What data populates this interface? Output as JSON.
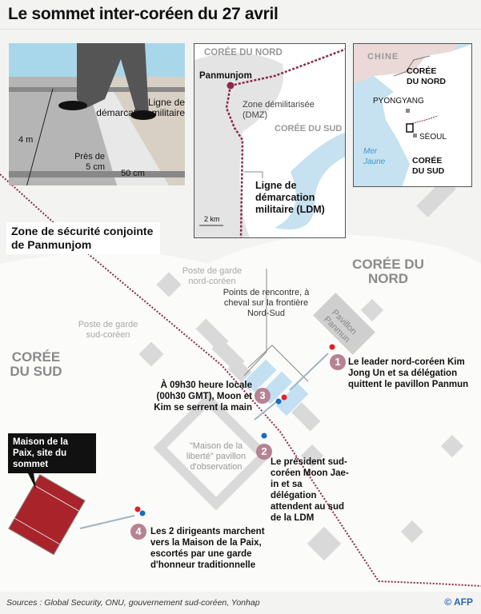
{
  "title": "Le sommet inter-coréen du 27 avril",
  "inset_walk": {
    "line_label": "Ligne de démarcation militaire",
    "width_label": "4 m",
    "height_label": "Près de 5 cm",
    "band_label": "50 cm"
  },
  "inset_dmz": {
    "north": "CORÉE DU NORD",
    "south": "CORÉE DU SUD",
    "village": "Panmunjom",
    "dmz": "Zone démilitarisée (DMZ)",
    "ldm": "Ligne de démarcation militaire (LDM)",
    "scale": "2 km"
  },
  "inset_korea": {
    "china": "CHINE",
    "north": "CORÉE DU NORD",
    "south": "CORÉE DU SUD",
    "pyongyang": "PYONGYANG",
    "seoul": "SÉOUL",
    "sea": "Mer Jaune"
  },
  "zone_title": "Zone de sécurité conjointe de Panmunjom",
  "map": {
    "north": "CORÉE DU NORD",
    "south": "CORÉE DU SUD",
    "guard_north": "Poste de garde nord-coréen",
    "guard_south": "Poste de garde sud-coréen",
    "meeting_points": "Points de rencontre, à cheval sur la frontière Nord-Sud",
    "pavilion": "Pavillon Panmun",
    "freedom_house": "\"Maison de la liberté\" pavillon d'observation",
    "peace_house": "Maison de la Paix, site du sommet"
  },
  "steps": [
    {
      "n": "1",
      "text": "Le leader nord-coréen Kim Jong Un et sa délégation quittent le pavillon Panmun"
    },
    {
      "n": "2",
      "text": "Le président sud-coréen Moon Jae-in et sa délégation attendent au sud de la LDM"
    },
    {
      "n": "3",
      "text": "À 09h30 heure locale (00h30 GMT), Moon et Kim se serrent la main"
    },
    {
      "n": "4",
      "text": "Les 2 dirigeants marchent vers la Maison de la Paix, escortés par une garde d'honneur traditionnelle"
    }
  ],
  "sources": "Sources : Global Security, ONU, gouvernement sud-coréen, Yonhap",
  "credit": "© AFP",
  "colors": {
    "border": "#8b2a4a",
    "north_dot": "#e0202a",
    "south_dot": "#1a6bbf",
    "peace_house": "#a8242a",
    "step": "#b58393"
  }
}
